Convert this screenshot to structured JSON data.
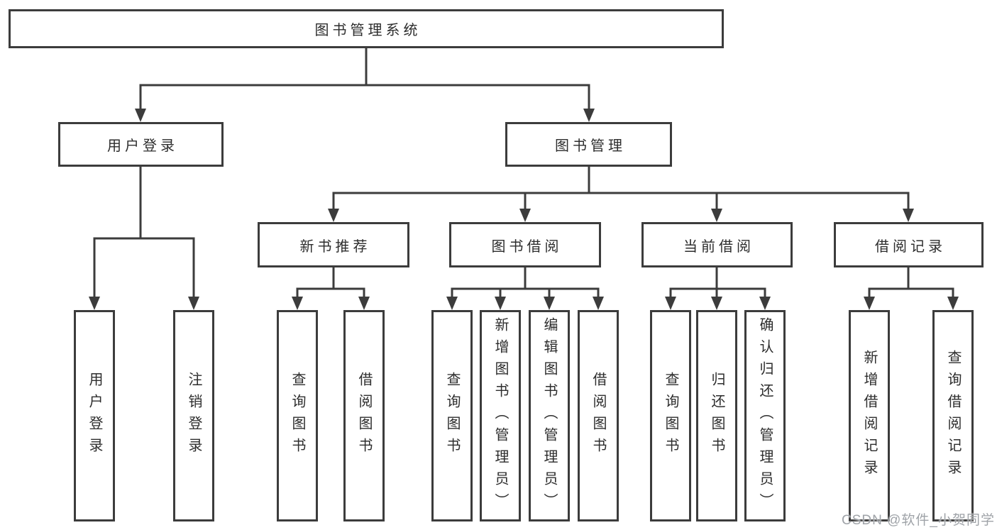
{
  "diagram": {
    "root": {
      "label": "图书管理系统"
    },
    "branches": {
      "user_login": {
        "label": "用户登录",
        "children": {
          "login": "用户登录",
          "logout": "注销登录"
        }
      },
      "book_management": {
        "label": "图书管理",
        "children": {
          "new_book_recommend": {
            "label": "新书推荐",
            "children": {
              "query": "查询图书",
              "borrow": "借阅图书"
            }
          },
          "book_borrow": {
            "label": "图书借阅",
            "children": {
              "query": "查询图书",
              "add": "新增图书（管理员）",
              "edit": "编辑图书（管理员）",
              "borrow": "借阅图书"
            }
          },
          "current_borrow": {
            "label": "当前借阅",
            "children": {
              "query": "查询图书",
              "return": "归还图书",
              "confirm_return": "确认归还（管理员）"
            }
          },
          "borrow_records": {
            "label": "借阅记录",
            "children": {
              "add_record": "新增借阅记录",
              "query_record": "查询借阅记录"
            }
          }
        }
      }
    }
  },
  "watermark": {
    "text": "CSDN @软件_小贺同学"
  },
  "colors": {
    "line": "#3c3c3c",
    "text": "#2d2d2d",
    "watermark": "#9fa3a8",
    "background": "#ffffff"
  }
}
